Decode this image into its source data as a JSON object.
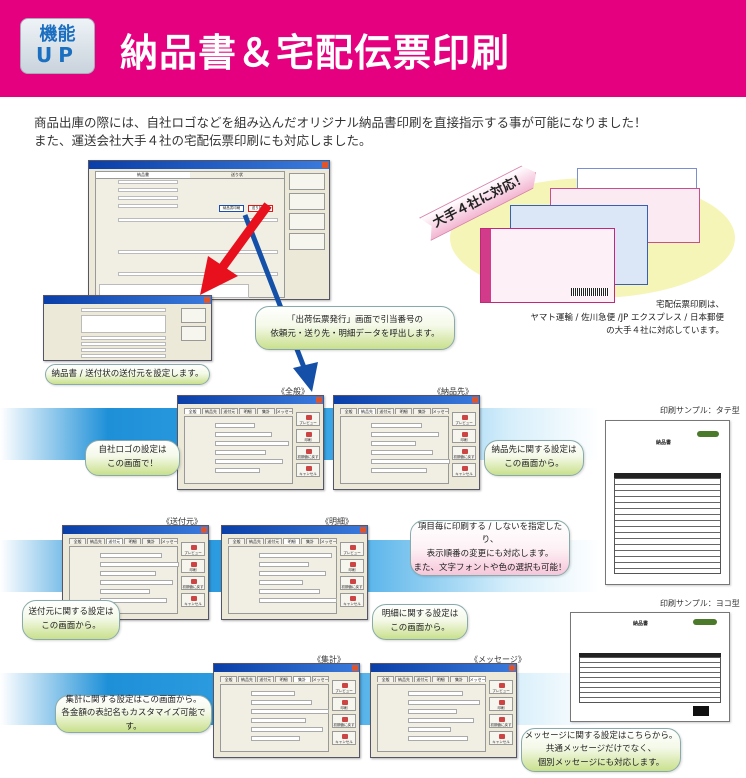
{
  "header": {
    "badge_line1": "機能",
    "badge_line2": "UP",
    "title": "納品書＆宅配伝票印刷"
  },
  "intro": {
    "line1": "商品出庫の際には、自社ロゴなどを組み込んだオリジナル納品書印刷を直接指示する事が可能になりました！",
    "line2": "また、運送会社大手４社の宅配伝票印刷にも対応しました。"
  },
  "carriers": {
    "ribbon": "大手４社に対応！",
    "caption_line1": "宅配伝票印刷は、",
    "caption_line2": "ヤマト運輸 / 佐川急便 /JP エクスプレス / 日本郵便",
    "caption_line3": "の大手４社に対応しています。"
  },
  "main_window": {
    "tabs": [
      "納品書",
      "送り状"
    ],
    "buttons": [
      "納品書印刷",
      "送り状印刷"
    ]
  },
  "callouts": {
    "shipping_slip": {
      "line1": "「出荷伝票発行」画面で引当番号の",
      "line2": "依頼元・送り先・明細データを呼出します。"
    },
    "sender_setting": "納品書 / 送付状の送付元を設定します。",
    "general": {
      "line1": "自社ロゴの設定は",
      "line2": "この画面で！"
    },
    "delivery": {
      "line1": "納品先に関する設定は",
      "line2": "この画面から。"
    },
    "sender": {
      "line1": "送付元に関する設定は",
      "line2": "この画面から。"
    },
    "detail": {
      "line1": "明細に関する設定は",
      "line2": "この画面から。"
    },
    "items": {
      "line1": "項目毎に印刷する / しないを指定したり、",
      "line2": "表示順番の変更にも対応します。",
      "line3": "また、文字フォントや色の選択も可能！"
    },
    "totals": {
      "line1": "集計に関する設定はこの画面から。",
      "line2": "各金額の表記名もカスタマイズ可能です。"
    },
    "message": {
      "line1": "メッセージに関する設定はこちらから。",
      "line2": "共通メッセージだけでなく、",
      "line3": "個別メッセージにも対応します。"
    }
  },
  "settings_tabs": [
    "全般",
    "納品先",
    "送付元",
    "明細",
    "集計",
    "メッセージ"
  ],
  "settings_buttons": [
    "プレビュー",
    "印刷",
    "初期値に戻す",
    "キャンセル"
  ],
  "settings_windows": [
    {
      "label": "《全般》",
      "active": 0
    },
    {
      "label": "《納品先》",
      "active": 1
    },
    {
      "label": "《送付元》",
      "active": 2
    },
    {
      "label": "《明細》",
      "active": 3
    },
    {
      "label": "《集計》",
      "active": 4
    },
    {
      "label": "《メッセージ》",
      "active": 5
    }
  ],
  "samples": {
    "portrait": "印刷サンプル：タテ型",
    "landscape": "印刷サンプル：ヨコ型",
    "doc_title": "納品書"
  },
  "colors": {
    "brand_pink": "#e4007f",
    "band_blue": "#1e90d8",
    "arrow_red": "#e8101c",
    "arrow_blue": "#1450a8"
  }
}
